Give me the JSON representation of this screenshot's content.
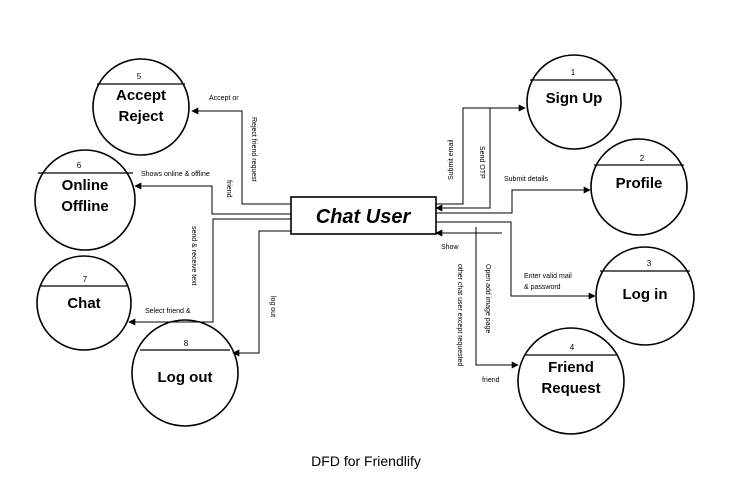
{
  "entity": {
    "label": "Chat User"
  },
  "processes": {
    "sign_up": {
      "number": "1",
      "line1": "Sign Up",
      "line2": ""
    },
    "profile": {
      "number": "2",
      "line1": "Profile",
      "line2": ""
    },
    "log_in": {
      "number": "3",
      "line1": "Log in",
      "line2": ""
    },
    "friend_request": {
      "number": "4",
      "line1": "Friend",
      "line2": "Request"
    },
    "accept_reject": {
      "number": "5",
      "line1": "Accept",
      "line2": "Reject"
    },
    "online_offline": {
      "number": "6",
      "line1": "Online",
      "line2": "Offline"
    },
    "chat": {
      "number": "7",
      "line1": "Chat",
      "line2": ""
    },
    "log_out": {
      "number": "8",
      "line1": "Log out",
      "line2": ""
    }
  },
  "flows": {
    "accept_or": "Accept or",
    "reject_friend_request": "Reject friend request",
    "shows_online_offline": "Shows online & offline",
    "friend": "friend",
    "send_receive_text": "send & receive text",
    "select_friend": "Select friend &",
    "log_out": "log out",
    "submit_email": "Submit email",
    "send_otp": "Send OTP",
    "submit_details": "Submit details",
    "show": "Show",
    "other_chat_user": "other chat user except requested",
    "open_add_image_page": "Open add image page",
    "enter_valid_mail": "Enter valid mail",
    "and_password": "& password",
    "friend_bottom": "friend"
  },
  "caption": "DFD for Friendlify"
}
